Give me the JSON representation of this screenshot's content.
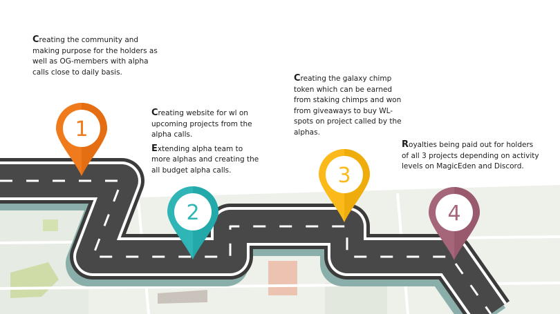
{
  "steps": [
    {
      "number": "1",
      "color": "#f07b1d",
      "paragraphs": [
        {
          "first": "C",
          "rest": "reating the community and making purpose for the holders as well as OG-members with alpha calls close to daily basis."
        }
      ]
    },
    {
      "number": "2",
      "color": "#2fb5b5",
      "paragraphs": [
        {
          "first": "C",
          "rest": "reating website for wl on upcoming projects from the alpha calls."
        },
        {
          "first": "E",
          "rest": "xtending alpha team to more alphas and creating the all budget alpha calls."
        }
      ]
    },
    {
      "number": "3",
      "color": "#fbb91a",
      "paragraphs": [
        {
          "first": "C",
          "rest": "reating the galaxy chimp token which can be earned from staking chimps and won from giveaways to buy WL-spots on project called by the alphas."
        }
      ]
    },
    {
      "number": "4",
      "color": "#a5667a",
      "paragraphs": [
        {
          "first": "R",
          "rest": "oyalties being paid out for holders of all 3 projects depending on activity levels on MagicEden and Discord."
        }
      ]
    }
  ]
}
